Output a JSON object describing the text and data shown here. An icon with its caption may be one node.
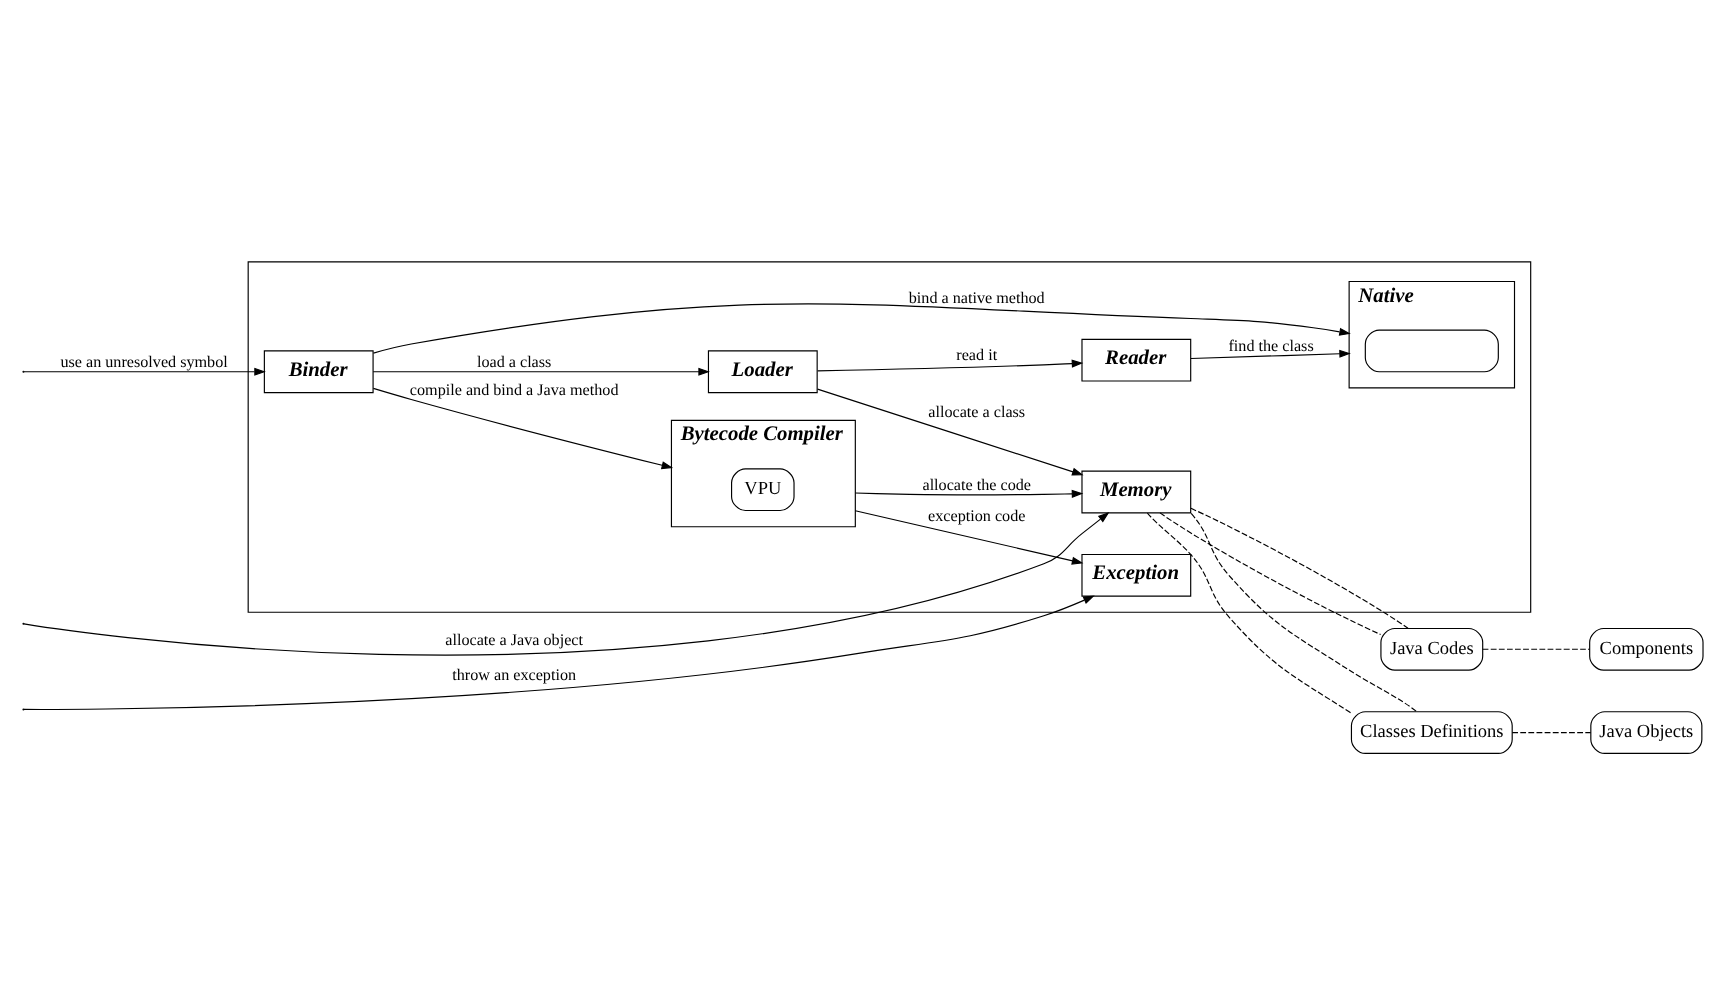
{
  "diagram": {
    "nodes": [
      {
        "text": [],
        "shape": "box"
      },
      {
        "text": [
          "Native"
        ],
        "in": 0
      },
      {
        "text": [],
        "shape": "box",
        "in": 1
      },
      {
        "text": [
          "Binder"
        ],
        "in": 0
      },
      {
        "text": [
          "Loader"
        ],
        "in": 0
      },
      {
        "text": [
          "Reader"
        ],
        "in": 0
      },
      {
        "text": [
          "Exception"
        ],
        "in": 0
      },
      {
        "text": [
          "Bytecode Compiler"
        ],
        "in": 0
      },
      {
        "text": [
          "VPU"
        ],
        "in": 7
      },
      {
        "text": [
          "Memory"
        ],
        "in": 0
      },
      {
        "text": [
          "Java Codes"
        ]
      },
      {
        "text": [
          "Components"
        ]
      },
      {
        "text": [
          "Classes Definitions"
        ]
      },
      {
        "text": [
          "Java Objects"
        ]
      }
    ],
    "edges": [
      {
        "from": null,
        "to": 3,
        "arrow": "to",
        "label": "use an unresolved symbol"
      },
      {
        "from": null,
        "to": 6,
        "arrow": "to",
        "label": "throw an exception"
      },
      {
        "from": null,
        "to": 9,
        "arrow": "to",
        "label": "allocate a Java object"
      },
      {
        "from": 3,
        "to": 1,
        "arrow": "to",
        "label": "bind a native method"
      },
      {
        "from": 3,
        "to": 4,
        "arrow": "to",
        "label": "load a class"
      },
      {
        "from": 3,
        "to": 7,
        "arrow": "to",
        "label": "compile and bind a Java method"
      },
      {
        "from": 4,
        "to": 5,
        "arrow": "to",
        "label": "read it"
      },
      {
        "from": 5,
        "to": 1,
        "arrow": "to",
        "label": "find the class"
      },
      {
        "from": 4,
        "to": 9,
        "arrow": "to",
        "label": "allocate a class"
      },
      {
        "from": 7,
        "to": 6,
        "arrow": "to",
        "label": "exception code"
      },
      {
        "from": 7,
        "to": 9,
        "arrow": "to",
        "label": "allocate the code"
      },
      {
        "from": 9,
        "to": 10,
        "arrow": "none",
        "style": "dashed"
      },
      {
        "from": 9,
        "to": 10,
        "arrow": "none",
        "style": "dashed"
      },
      {
        "from": 9,
        "to": 12,
        "arrow": "none",
        "style": "dashed"
      },
      {
        "from": 9,
        "to": 12,
        "arrow": "none",
        "style": "dashed"
      },
      {
        "from": 10,
        "to": 11,
        "arrow": "none",
        "style": "dashed"
      },
      {
        "from": 12,
        "to": 13,
        "arrow": "none",
        "style": "dashed"
      }
    ]
  }
}
